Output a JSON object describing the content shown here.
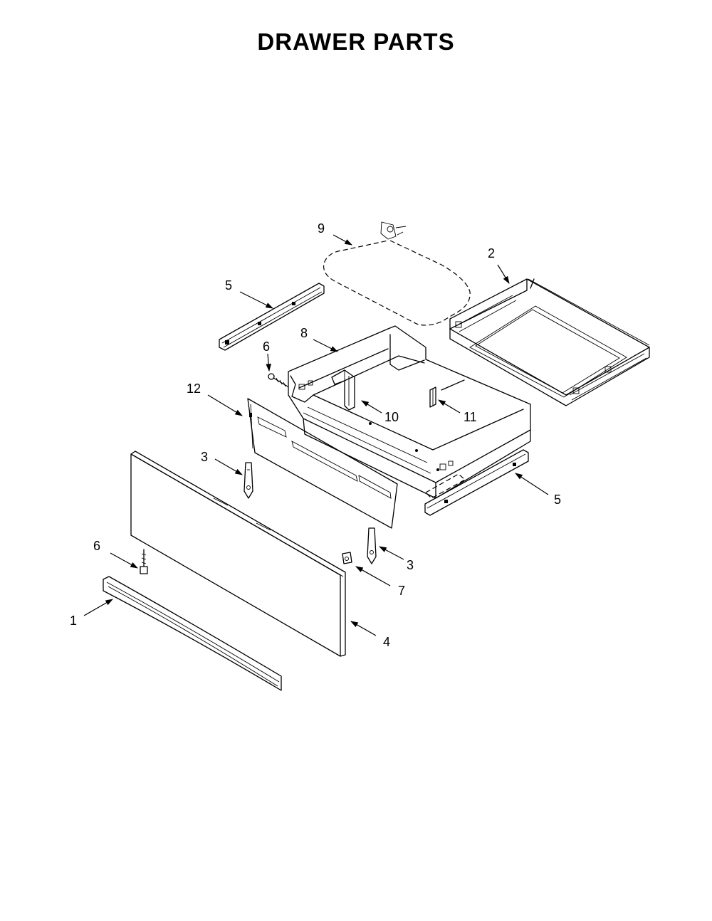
{
  "title": "DRAWER PARTS",
  "callouts": {
    "part_1": "1",
    "part_2": "2",
    "part_3a": "3",
    "part_3b": "3",
    "part_4": "4",
    "part_5a": "5",
    "part_5b": "5",
    "part_6a": "6",
    "part_6b": "6",
    "part_7": "7",
    "part_8": "8",
    "part_9": "9",
    "part_10": "10",
    "part_11": "11",
    "part_12": "12"
  }
}
